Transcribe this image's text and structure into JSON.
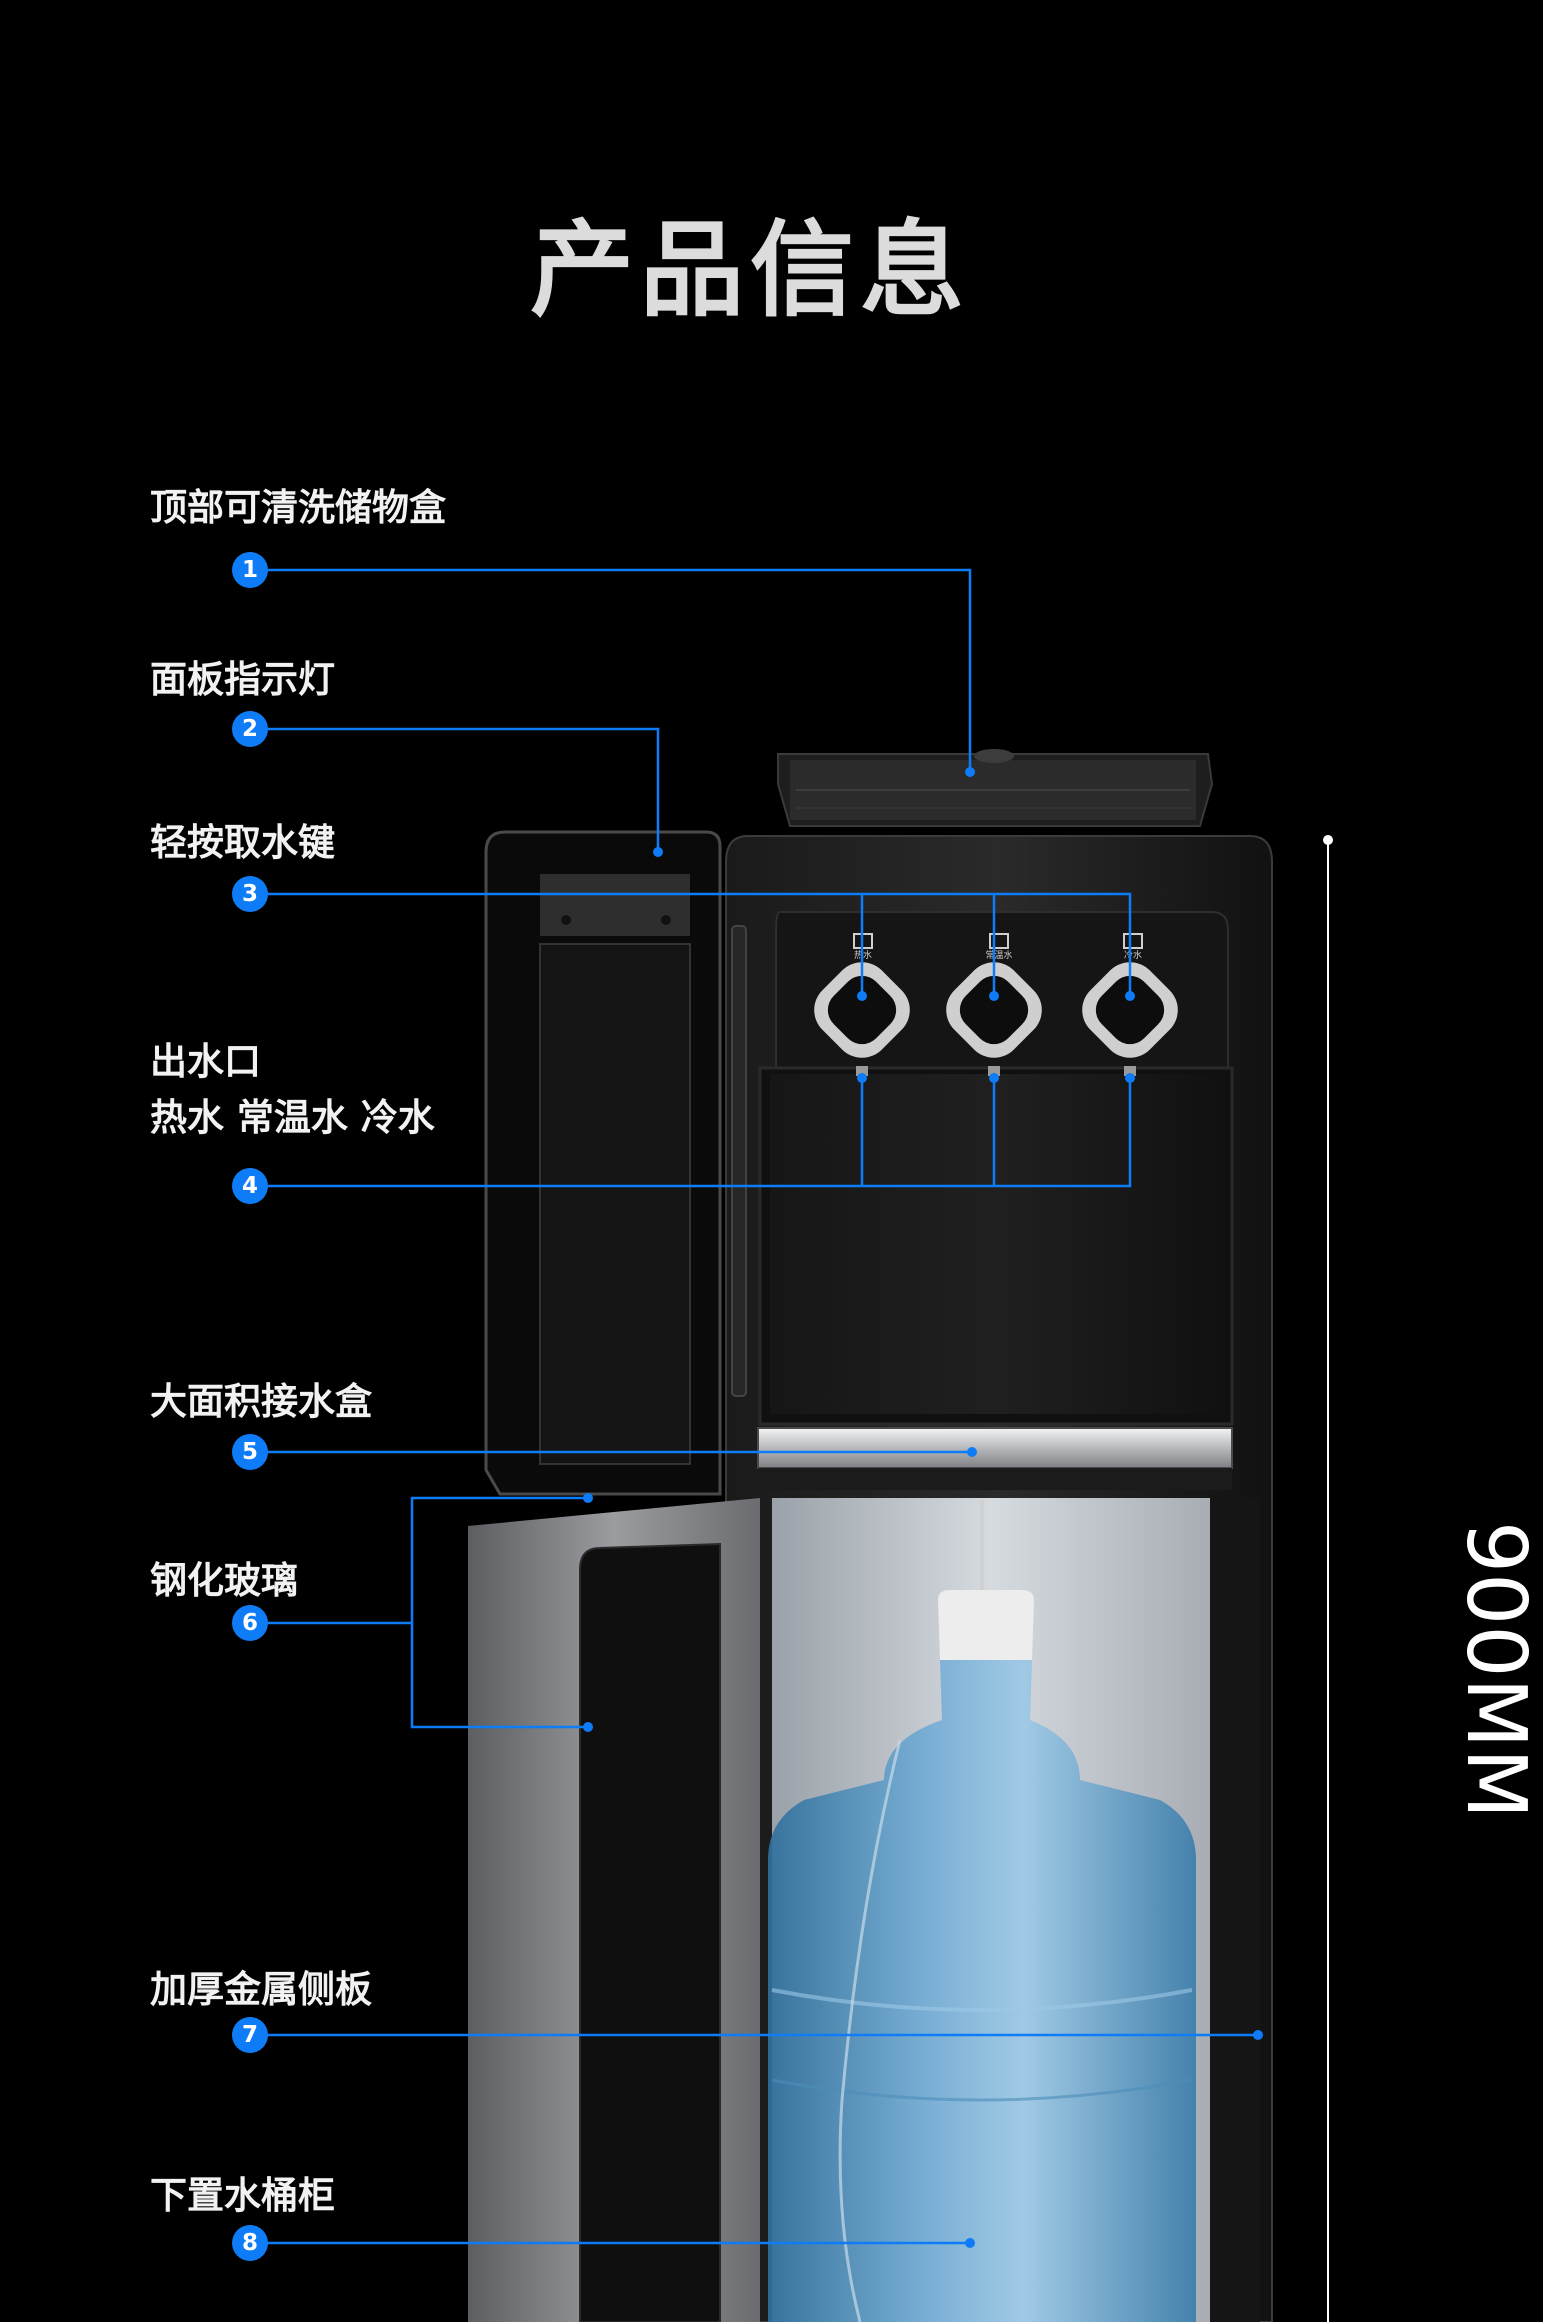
{
  "title": "产品信息",
  "dimension": {
    "height_label": "900MM"
  },
  "colors": {
    "accent": "#0f7cf7",
    "background": "#000000"
  },
  "callouts": [
    {
      "number": "1",
      "lines": [
        "顶部可清洗储物盒"
      ]
    },
    {
      "number": "2",
      "lines": [
        "面板指示灯"
      ]
    },
    {
      "number": "3",
      "lines": [
        "轻按取水键"
      ]
    },
    {
      "number": "4",
      "lines": [
        "出水口",
        "热水 常温水 冷水"
      ]
    },
    {
      "number": "5",
      "lines": [
        "大面积接水盒"
      ]
    },
    {
      "number": "6",
      "lines": [
        "钢化玻璃"
      ]
    },
    {
      "number": "7",
      "lines": [
        "加厚金属侧板"
      ]
    },
    {
      "number": "8",
      "lines": [
        "下置水桶柜"
      ]
    }
  ],
  "tap_labels": [
    "热水",
    "常温水",
    "冷水"
  ]
}
